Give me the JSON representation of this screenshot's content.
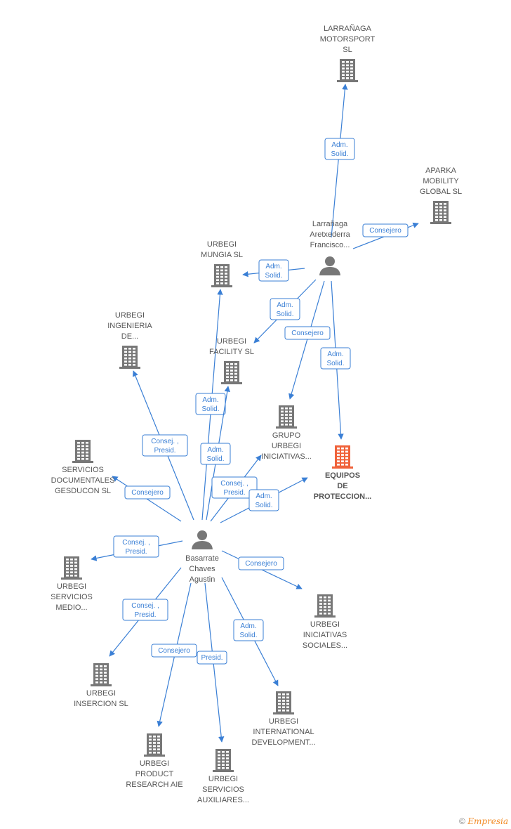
{
  "colors": {
    "edge": "#3a7fd5",
    "company": "#777777",
    "highlight": "#f0623a",
    "person": "#777777"
  },
  "nodes": [
    {
      "id": "larranaga_motorsport",
      "kind": "company",
      "label": [
        "LARRAÑAGA",
        "MOTORSPORT",
        "SL"
      ]
    },
    {
      "id": "aparka",
      "kind": "company",
      "label": [
        "APARKA",
        "MOBILITY",
        "GLOBAL  SL"
      ]
    },
    {
      "id": "larranaga_person",
      "kind": "person",
      "label": [
        "Larrañaga",
        "Aretxederra",
        "Francisco..."
      ]
    },
    {
      "id": "urbegi_mungia",
      "kind": "company",
      "label": [
        "URBEGI",
        "MUNGIA  SL"
      ]
    },
    {
      "id": "urbegi_ingenieria",
      "kind": "company",
      "label": [
        "URBEGI",
        "INGENIERIA",
        "DE..."
      ]
    },
    {
      "id": "urbegi_facility",
      "kind": "company",
      "label": [
        "URBEGI",
        "FACILITY  SL"
      ]
    },
    {
      "id": "grupo_urbegi",
      "kind": "company",
      "label": [
        "GRUPO",
        "URBEGI",
        "INICIATIVAS..."
      ]
    },
    {
      "id": "equipos",
      "kind": "highlight",
      "label": [
        "EQUIPOS",
        "DE",
        "PROTECCION..."
      ]
    },
    {
      "id": "servicios_doc",
      "kind": "company",
      "label": [
        "SERVICIOS",
        "DOCUMENTALES",
        "GESDUCON SL"
      ]
    },
    {
      "id": "basarrate",
      "kind": "person",
      "label": [
        "Basarrate",
        "Chaves",
        "Agustin"
      ]
    },
    {
      "id": "urbegi_medio",
      "kind": "company",
      "label": [
        "URBEGI",
        "SERVICIOS",
        "MEDIO..."
      ]
    },
    {
      "id": "urbegi_sociales",
      "kind": "company",
      "label": [
        "URBEGI",
        "INICIATIVAS",
        "SOCIALES..."
      ]
    },
    {
      "id": "urbegi_insercion",
      "kind": "company",
      "label": [
        "URBEGI",
        "INSERCION SL"
      ]
    },
    {
      "id": "urbegi_international",
      "kind": "company",
      "label": [
        "URBEGI",
        "INTERNATIONAL",
        "DEVELOPMENT..."
      ]
    },
    {
      "id": "urbegi_product",
      "kind": "company",
      "label": [
        "URBEGI",
        "PRODUCT",
        "RESEARCH AIE"
      ]
    },
    {
      "id": "urbegi_auxiliares",
      "kind": "company",
      "label": [
        "URBEGI",
        "SERVICIOS",
        "AUXILIARES..."
      ]
    }
  ],
  "edges": [
    {
      "from": "larranaga_person",
      "to": "larranaga_motorsport",
      "label": [
        "Adm.",
        "Solid."
      ]
    },
    {
      "from": "larranaga_person",
      "to": "aparka",
      "label": [
        "Consejero"
      ]
    },
    {
      "from": "larranaga_person",
      "to": "urbegi_mungia",
      "label": [
        "Adm.",
        "Solid."
      ]
    },
    {
      "from": "larranaga_person",
      "to": "urbegi_facility",
      "label": [
        "Adm.",
        "Solid."
      ]
    },
    {
      "from": "larranaga_person",
      "to": "grupo_urbegi",
      "label": [
        "Consejero"
      ]
    },
    {
      "from": "larranaga_person",
      "to": "equipos",
      "label": [
        "Adm.",
        "Solid."
      ]
    },
    {
      "from": "basarrate",
      "to": "urbegi_ingenieria",
      "label": [
        "Consej. ,",
        "Presid."
      ]
    },
    {
      "from": "basarrate",
      "to": "urbegi_mungia",
      "label": [
        "Adm.",
        "Solid."
      ]
    },
    {
      "from": "basarrate",
      "to": "urbegi_facility",
      "label": [
        "Adm.",
        "Solid."
      ]
    },
    {
      "from": "basarrate",
      "to": "grupo_urbegi",
      "label": [
        "Consej. ,",
        "Presid."
      ]
    },
    {
      "from": "basarrate",
      "to": "equipos",
      "label": [
        "Adm.",
        "Solid."
      ]
    },
    {
      "from": "basarrate",
      "to": "servicios_doc",
      "label": [
        "Consejero"
      ]
    },
    {
      "from": "basarrate",
      "to": "urbegi_medio",
      "label": [
        "Consej. ,",
        "Presid."
      ]
    },
    {
      "from": "basarrate",
      "to": "urbegi_sociales",
      "label": [
        "Consejero"
      ]
    },
    {
      "from": "basarrate",
      "to": "urbegi_insercion",
      "label": [
        "Consej. ,",
        "Presid."
      ]
    },
    {
      "from": "basarrate",
      "to": "urbegi_product",
      "label": [
        "Consejero"
      ]
    },
    {
      "from": "basarrate",
      "to": "urbegi_auxiliares",
      "label": [
        "Presid."
      ]
    },
    {
      "from": "basarrate",
      "to": "urbegi_international",
      "label": [
        "Adm.",
        "Solid."
      ]
    }
  ],
  "footer": {
    "copyright": "©",
    "brand": "Empresia"
  }
}
